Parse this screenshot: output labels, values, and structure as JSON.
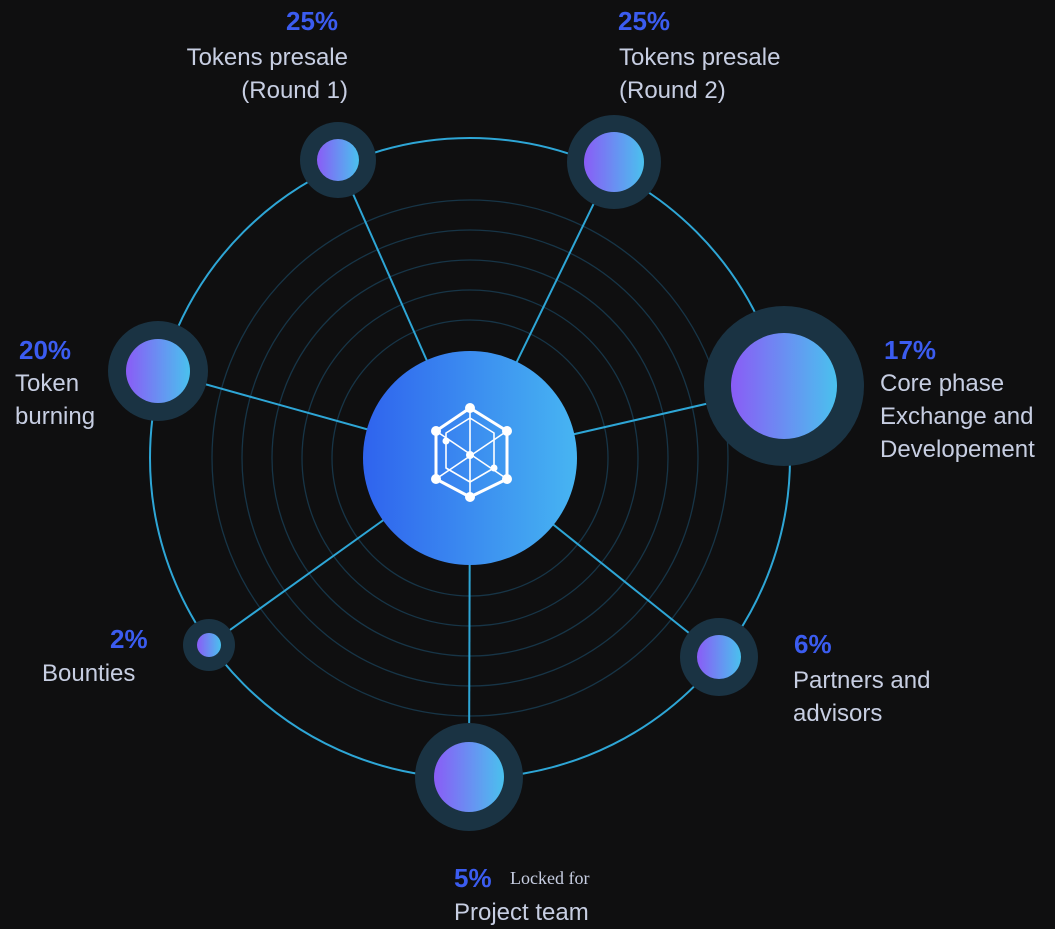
{
  "colors": {
    "background": "#0f0f10",
    "ring": "#2ea6d6",
    "accent_percent": "#3b5cf0",
    "label_text": "#c7cee2",
    "node_gradient_start": "#8a5cf6",
    "node_gradient_end": "#4ac1ee",
    "center_gradient_start": "#2f63ee",
    "center_gradient_end": "#47b5f2"
  },
  "center": {
    "icon": "hexagon-network-icon"
  },
  "segments": [
    {
      "id": "round1",
      "percent": "25%",
      "label_lines": [
        "Tokens presale",
        "(Round 1)"
      ]
    },
    {
      "id": "round2",
      "percent": "25%",
      "label_lines": [
        "Tokens presale",
        "(Round 2)"
      ]
    },
    {
      "id": "core",
      "percent": "17%",
      "label_lines": [
        "Core phase",
        "Exchange and",
        "Developement"
      ]
    },
    {
      "id": "partners",
      "percent": "6%",
      "label_lines": [
        "Partners and",
        "advisors"
      ]
    },
    {
      "id": "team",
      "percent": "5%",
      "note": "Locked for",
      "label_lines": [
        "Project team"
      ]
    },
    {
      "id": "bounties",
      "percent": "2%",
      "label_lines": [
        "Bounties"
      ]
    },
    {
      "id": "burning",
      "percent": "20%",
      "label_lines": [
        "Token",
        "burning"
      ]
    }
  ]
}
